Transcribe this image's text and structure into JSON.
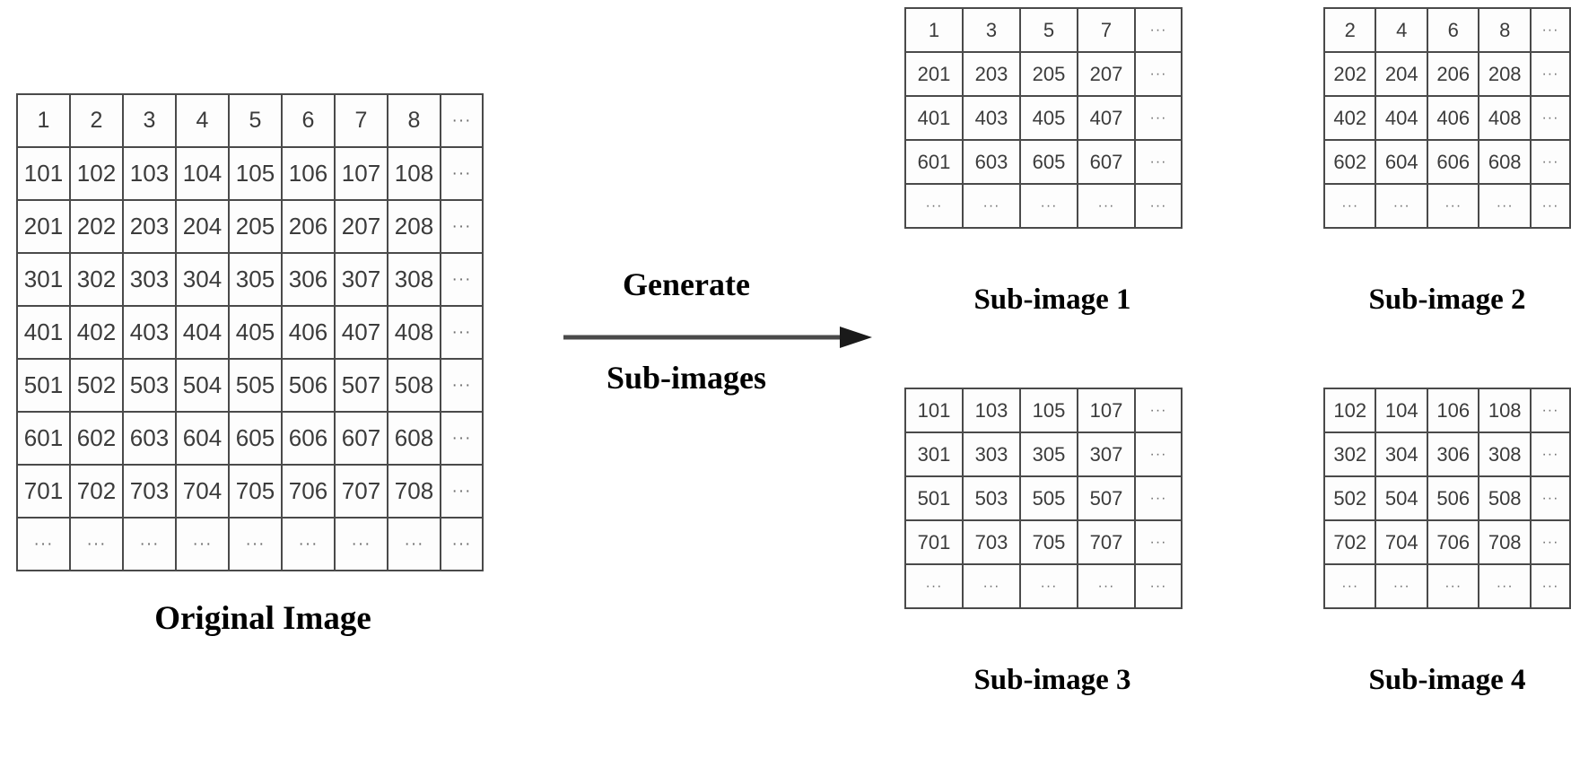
{
  "figure": {
    "type": "diagram",
    "description": "Generation of four sub-images from an original image by 2x2 pixel sub-sampling"
  },
  "original": {
    "caption": "Original Image",
    "header": [
      "1",
      "2",
      "3",
      "4",
      "5",
      "6",
      "7",
      "8",
      "···"
    ],
    "rows": [
      [
        "101",
        "102",
        "103",
        "104",
        "105",
        "106",
        "107",
        "108",
        "···"
      ],
      [
        "201",
        "202",
        "203",
        "204",
        "205",
        "206",
        "207",
        "208",
        "···"
      ],
      [
        "301",
        "302",
        "303",
        "304",
        "305",
        "306",
        "307",
        "308",
        "···"
      ],
      [
        "401",
        "402",
        "403",
        "404",
        "405",
        "406",
        "407",
        "408",
        "···"
      ],
      [
        "501",
        "502",
        "503",
        "504",
        "505",
        "506",
        "507",
        "508",
        "···"
      ],
      [
        "601",
        "602",
        "603",
        "604",
        "605",
        "606",
        "607",
        "608",
        "···"
      ],
      [
        "701",
        "702",
        "703",
        "704",
        "705",
        "706",
        "707",
        "708",
        "···"
      ],
      [
        "···",
        "···",
        "···",
        "···",
        "···",
        "···",
        "···",
        "···",
        "···"
      ]
    ]
  },
  "arrow": {
    "label_top": "Generate",
    "label_bottom": "Sub-images",
    "direction": "right",
    "color": "#4a4a4a"
  },
  "subimages": [
    {
      "caption": "Sub-image 1",
      "header": [
        "1",
        "3",
        "5",
        "7",
        "···"
      ],
      "rows": [
        [
          "201",
          "203",
          "205",
          "207",
          "···"
        ],
        [
          "401",
          "403",
          "405",
          "407",
          "···"
        ],
        [
          "601",
          "603",
          "605",
          "607",
          "···"
        ],
        [
          "···",
          "···",
          "···",
          "···",
          "···"
        ]
      ]
    },
    {
      "caption": "Sub-image 2",
      "header": [
        "2",
        "4",
        "6",
        "8",
        "···"
      ],
      "rows": [
        [
          "202",
          "204",
          "206",
          "208",
          "···"
        ],
        [
          "402",
          "404",
          "406",
          "408",
          "···"
        ],
        [
          "602",
          "604",
          "606",
          "608",
          "···"
        ],
        [
          "···",
          "···",
          "···",
          "···",
          "···"
        ]
      ]
    },
    {
      "caption": "Sub-image 3",
      "header": null,
      "rows": [
        [
          "101",
          "103",
          "105",
          "107",
          "···"
        ],
        [
          "301",
          "303",
          "305",
          "307",
          "···"
        ],
        [
          "501",
          "503",
          "505",
          "507",
          "···"
        ],
        [
          "701",
          "703",
          "705",
          "707",
          "···"
        ],
        [
          "···",
          "···",
          "···",
          "···",
          "···"
        ]
      ]
    },
    {
      "caption": "Sub-image 4",
      "header": null,
      "rows": [
        [
          "102",
          "104",
          "106",
          "108",
          "···"
        ],
        [
          "302",
          "304",
          "306",
          "308",
          "···"
        ],
        [
          "502",
          "504",
          "506",
          "508",
          "···"
        ],
        [
          "702",
          "704",
          "706",
          "708",
          "···"
        ],
        [
          "···",
          "···",
          "···",
          "···",
          "···"
        ]
      ]
    }
  ],
  "colors": {
    "grid_line": "#4a4a4a",
    "cell_text": "#3b3b3b",
    "caption_text": "#000000",
    "background": "#ffffff"
  }
}
